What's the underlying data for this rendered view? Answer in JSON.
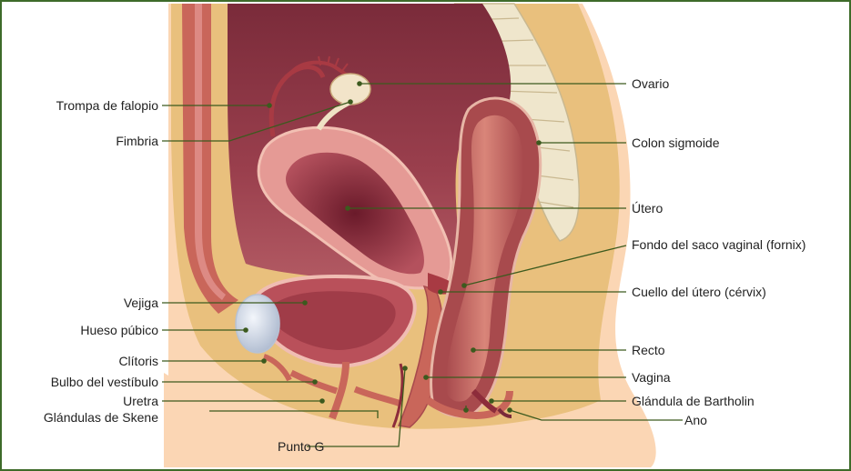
{
  "colors": {
    "frame": "#3e6b2a",
    "leader": "#3c5a1e",
    "skin": "#fbd6b4",
    "fat": "#e9c07d",
    "muscle": "#c9665a",
    "organ_dark": "#8d2c3b",
    "organ_mid": "#b9505a",
    "organ_light": "#e59a95",
    "bone": "#d9e1ec",
    "spine": "#efe6cc"
  },
  "labels_left": {
    "trompa": "Trompa de falopio",
    "fimbria": "Fimbria",
    "vejiga": "Vejiga",
    "hueso": "Hueso púbico",
    "clitoris": "Clítoris",
    "bulbo": "Bulbo del vestíbulo",
    "uretra": "Uretra",
    "skene": "Glándulas de Skene"
  },
  "labels_right": {
    "ovario": "Ovario",
    "colon": "Colon sigmoide",
    "utero": "Útero",
    "fondo": "Fondo del saco vaginal (fornix)",
    "cuello": "Cuello del útero (cérvix)",
    "recto": "Recto",
    "vagina": "Vagina",
    "bartholin": "Glándula de Bartholin",
    "ano": "Ano"
  },
  "labels_bottom": {
    "punto_g": "Punto G"
  }
}
